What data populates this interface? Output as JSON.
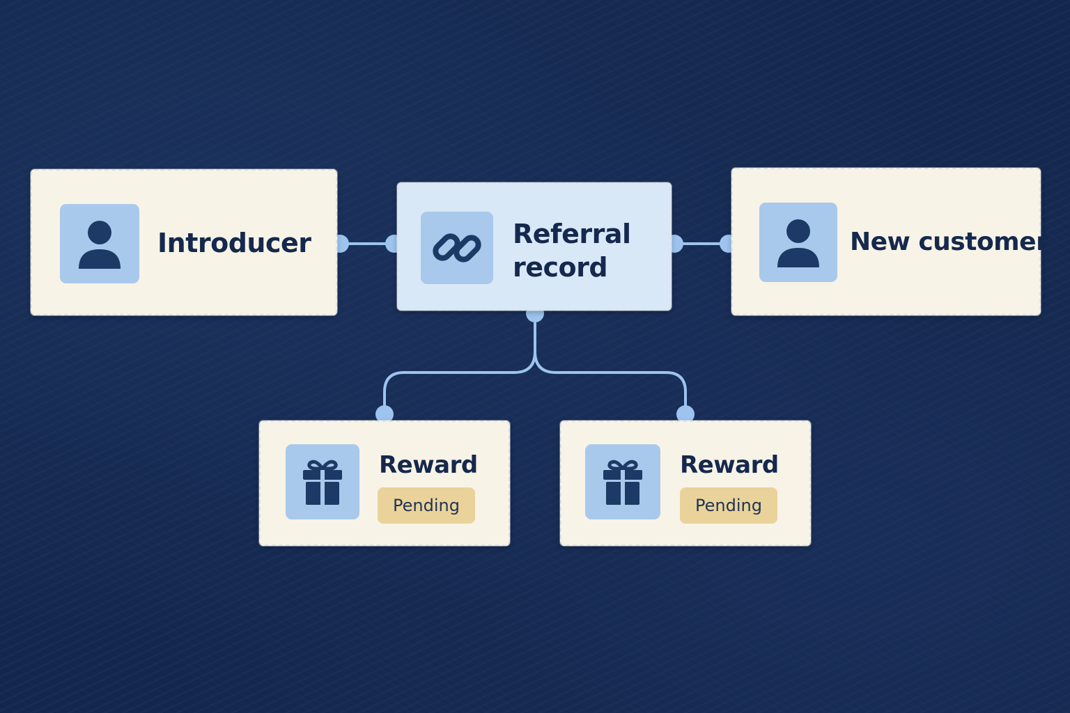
{
  "colors": {
    "background": "#14284f",
    "card_cream": "#f7f3e6",
    "card_blue": "#d9e8f7",
    "icon_tile": "#a9c9ec",
    "icon_glyph": "#1d3a66",
    "text": "#15284d",
    "connector": "#9cc4ef",
    "badge": "#ead39a"
  },
  "nodes": {
    "introducer": {
      "label": "Introducer",
      "icon": "person-icon"
    },
    "referral": {
      "label_line1": "Referral",
      "label_line2": "record",
      "icon": "link-icon"
    },
    "new_customer": {
      "label": "New customer",
      "icon": "person-icon"
    },
    "reward_left": {
      "label": "Reward",
      "status": "Pending",
      "icon": "gift-icon"
    },
    "reward_right": {
      "label": "Reward",
      "status": "Pending",
      "icon": "gift-icon"
    }
  }
}
